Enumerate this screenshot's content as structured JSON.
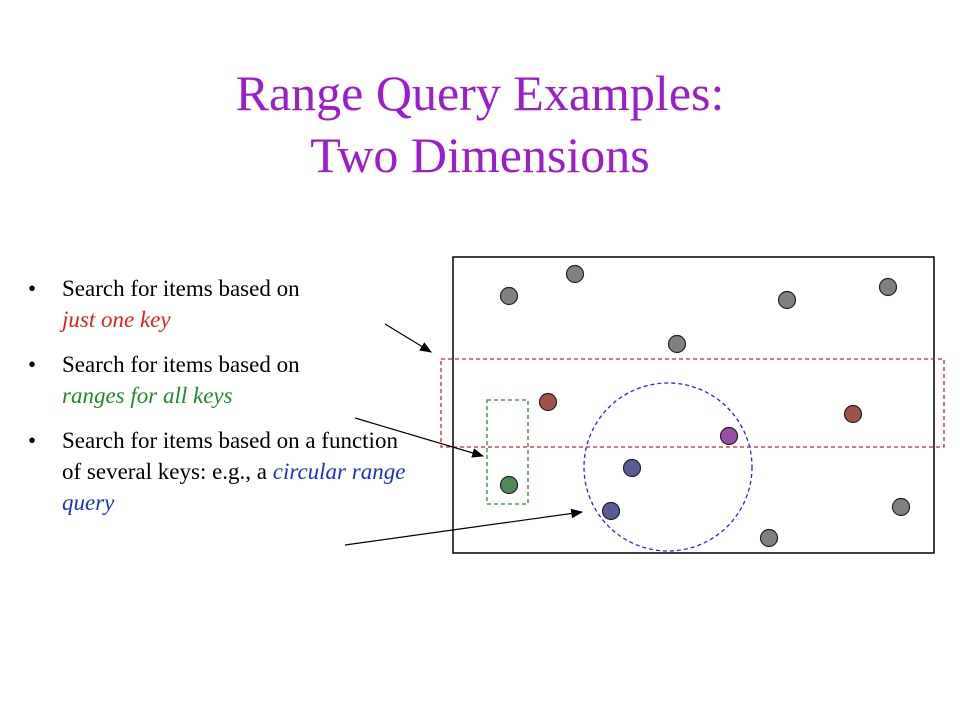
{
  "title_line1": "Range Query Examples:",
  "title_line2": "Two Dimensions",
  "bullets": [
    {
      "text": "Search for items based on",
      "emphasis": "just one key",
      "after": ""
    },
    {
      "text": "Search for items based on",
      "emphasis": "ranges for all keys",
      "after": ""
    },
    {
      "text": "Search for items based on a function of several keys: e.g., a",
      "emphasis": "circular range query",
      "after": ""
    }
  ],
  "colors": {
    "title": "#9a1ecc",
    "one_key": "#e0211b",
    "all_keys": "#1f8a2a",
    "circular": "#1a2fd6"
  }
}
